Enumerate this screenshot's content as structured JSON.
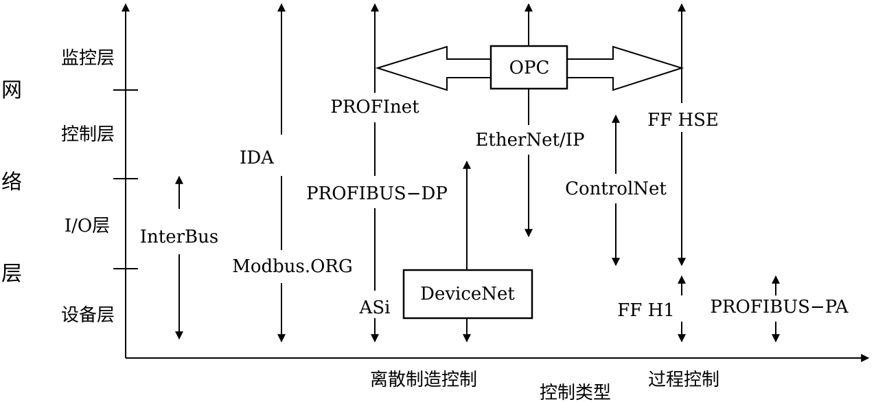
{
  "y_axis": {
    "title_chars": [
      "网",
      "络",
      "层"
    ],
    "levels": [
      "监控层",
      "控制层",
      "I/O层",
      "设备层"
    ]
  },
  "x_axis": {
    "title": "控制类型",
    "categories": [
      "离散制造控制",
      "过程控制"
    ]
  },
  "networks": {
    "opc": "OPC",
    "interbus": "InterBus",
    "ida": "IDA",
    "modbus": "Modbus.ORG",
    "profinet": "PROFInet",
    "profibus_dp": "PROFIBUS−DP",
    "asi": "ASi",
    "devicenet": "DeviceNet",
    "ethernet_ip": "EtherNet/IP",
    "controlnet": "ControlNet",
    "ff_hse": "FF HSE",
    "ff_h1": "FF H1",
    "profibus_pa": "PROFIBUS−PA"
  },
  "colors": {
    "ink": "#000000",
    "background": "#ffffff"
  }
}
